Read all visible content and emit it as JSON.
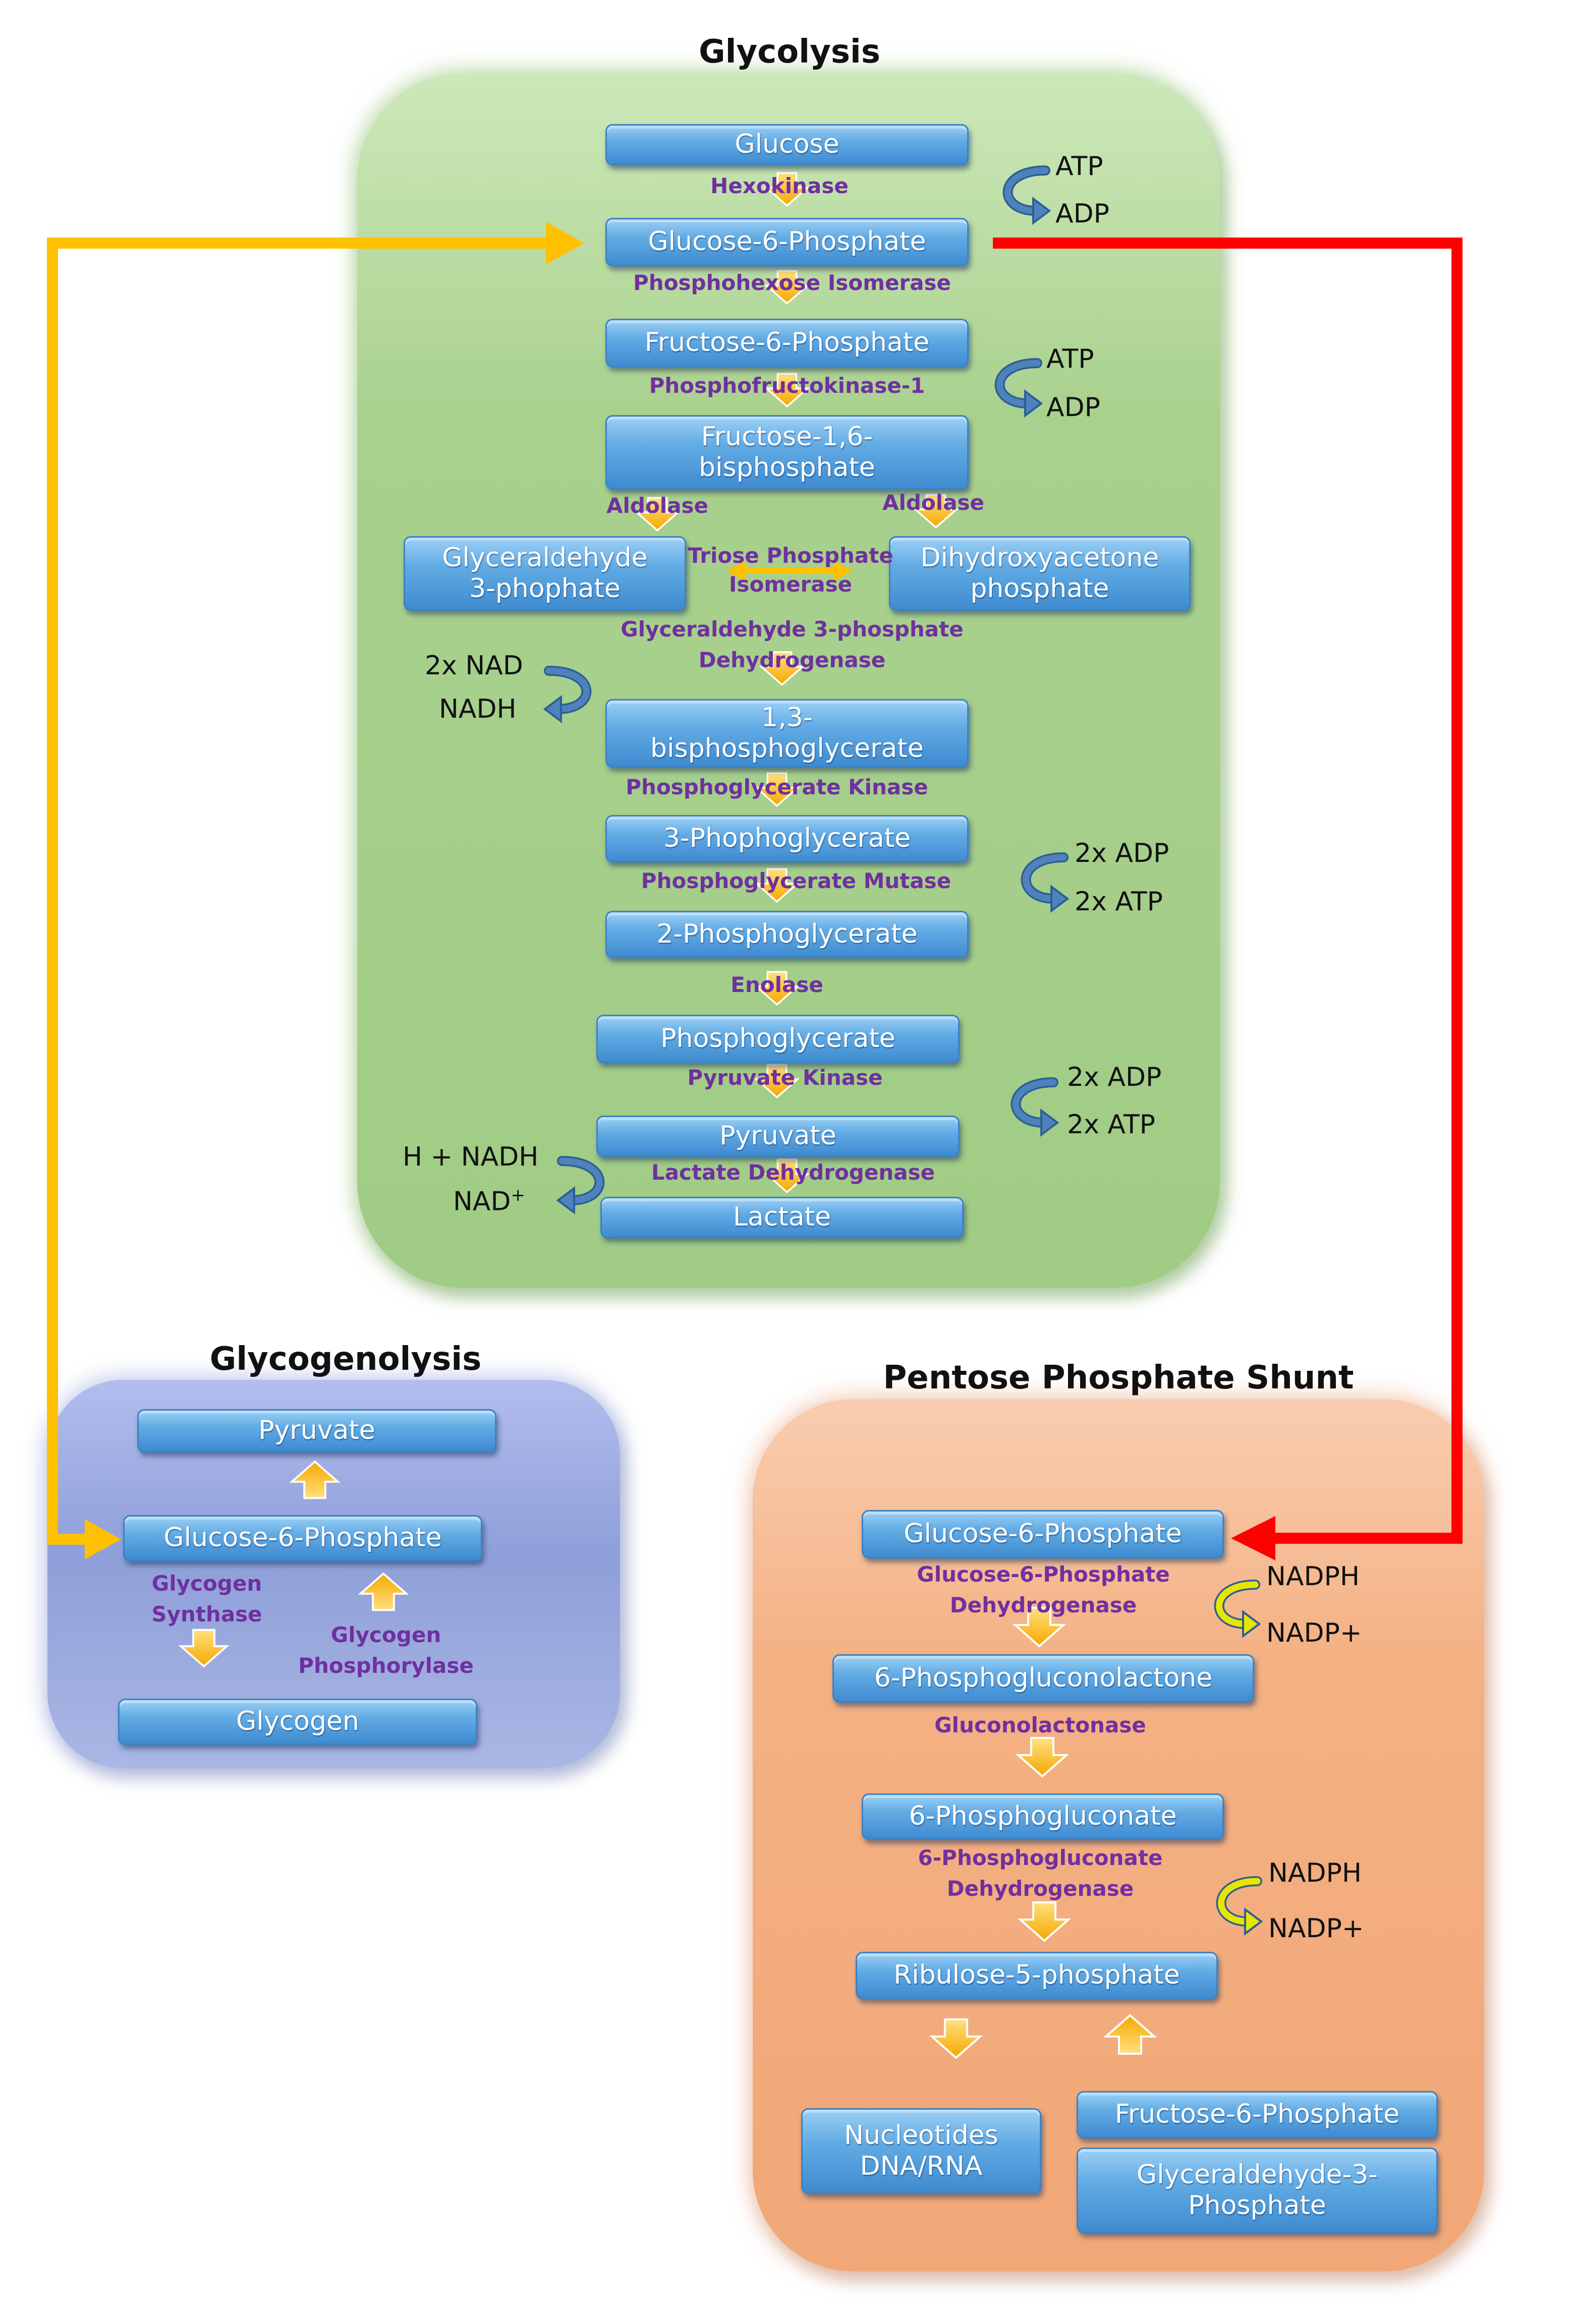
{
  "panels": {
    "glycolysis": {
      "title": "Glycolysis",
      "color": "#a9d18e",
      "boxes": {
        "glucose": "Glucose",
        "g6p": "Glucose-6-Phosphate",
        "f6p": "Fructose-6-Phosphate",
        "f16bp": "Fructose-1,6-\nbisphosphate",
        "g3p": "Glyceraldehyde\n3-phophate",
        "dhap": "Dihydroxyacetone\nphosphate",
        "bpg13": "1,3-\nbisphosphoglycerate",
        "pg3": "3-Phophoglycerate",
        "pg2": "2-Phosphoglycerate",
        "pep": "Phosphoglycerate",
        "pyruvate": "Pyruvate",
        "lactate": "Lactate"
      },
      "enzymes": {
        "hexokinase": "Hexokinase",
        "phi": "Phosphohexose Isomerase",
        "pfk": "Phosphofructokinase-1",
        "aldolase_left": "Aldolase",
        "aldolase_right": "Aldolase",
        "tpi": "Triose Phosphate\nIsomerase",
        "gapdh": "Glyceraldehyde 3-phosphate\nDehydrogenase",
        "pgk": "Phosphoglycerate Kinase",
        "pgm": "Phosphoglycerate Mutase",
        "enolase": "Enolase",
        "pk": "Pyruvate Kinase",
        "ldh": "Lactate Dehydrogenase"
      },
      "cofactors": {
        "atp1": "ATP",
        "adp1": "ADP",
        "atp2": "ATP",
        "adp2": "ADP",
        "nad": "2x NAD",
        "nadh": "NADH",
        "adp3": "2x ADP",
        "atp3": "2x ATP",
        "adp4": "2x ADP",
        "atp4": "2x ATP",
        "hnadh": "H + NADH",
        "nadplus": "NAD",
        "nadplus_sup": "+"
      }
    },
    "glycogenolysis": {
      "title": "Glycogenolysis",
      "color": "#8e9fd9",
      "boxes": {
        "pyruvate": "Pyruvate",
        "g6p": "Glucose-6-Phosphate",
        "glycogen": "Glycogen"
      },
      "enzymes": {
        "synthase": "Glycogen\nSynthase",
        "phosphorylase": "Glycogen\nPhosphorylase"
      }
    },
    "pentose": {
      "title": "Pentose Phosphate Shunt",
      "color": "#f4b183",
      "boxes": {
        "g6p": "Glucose-6-Phosphate",
        "pgl": "6-Phosphogluconolactone",
        "pg": "6-Phosphogluconate",
        "ru5p": "Ribulose-5-phosphate",
        "nucleotides": "Nucleotides\nDNA/RNA",
        "f6p": "Fructose-6-Phosphate",
        "ga3p": "Glyceraldehyde-3-\nPhosphate"
      },
      "enzymes": {
        "g6pd": "Glucose-6-Phosphate\nDehydrogenase",
        "lactonase": "Gluconolactonase",
        "pgd": "6-Phosphogluconate\nDehydrogenase"
      },
      "cofactors": {
        "nadph1": "NADPH",
        "nadp1": "NADP+",
        "nadph2": "NADPH",
        "nadp2": "NADP+"
      }
    }
  },
  "colors": {
    "box_blue": "#5b9bd5",
    "step_arrow": "#ffc000",
    "enzyme_text": "#7030a0",
    "link_to_glycogenolysis": "#ffc000",
    "link_to_pentose": "#ff0000",
    "cofactor_arrow_blue": "#4f81bd",
    "cofactor_arrow_yellow": "#e6e600"
  }
}
